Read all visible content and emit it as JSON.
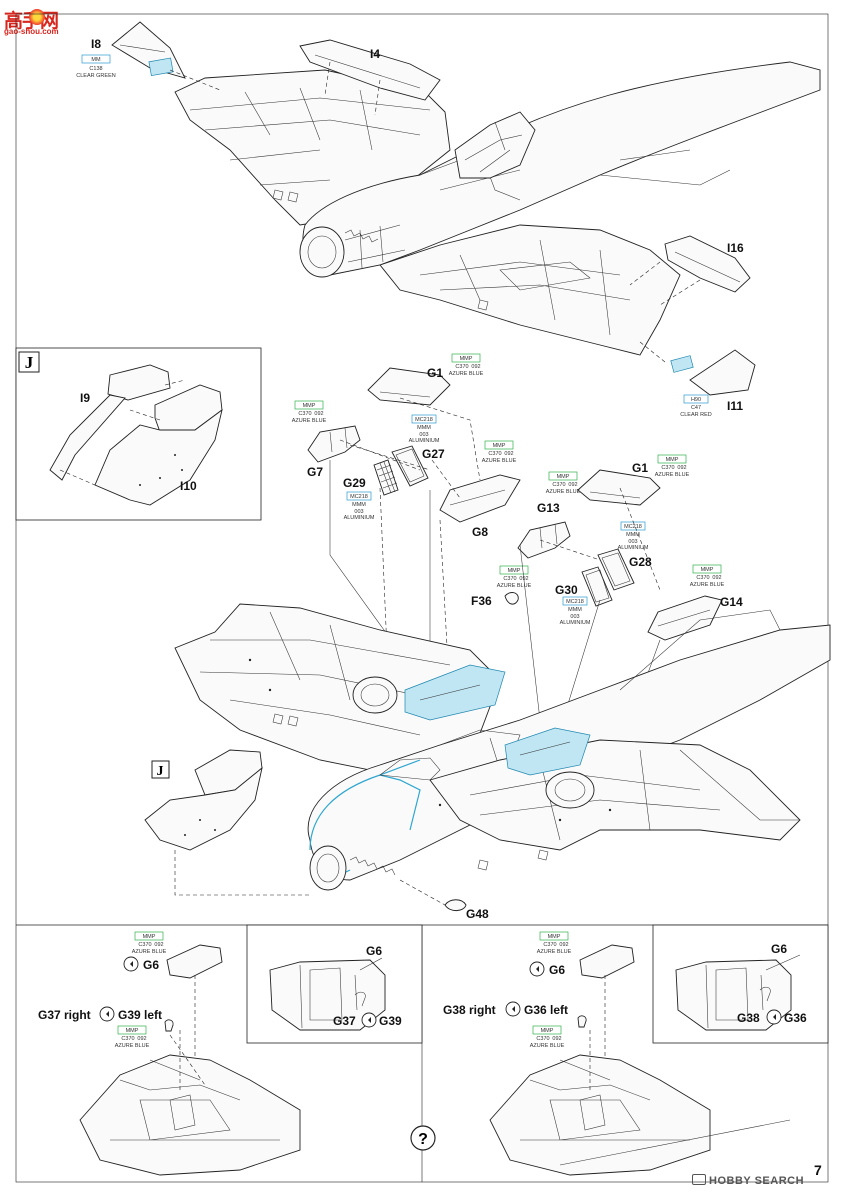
{
  "watermark": {
    "site_name_cn": "高手网",
    "site_url": "gao-shou.com",
    "publisher": "HOBBY SEARCH"
  },
  "page_number": "7",
  "steps": {
    "J_top": "J",
    "J_lower": "J",
    "help_symbol": "?"
  },
  "parts": {
    "I8": "I8",
    "I4": "I4",
    "I16": "I16",
    "I11": "I11",
    "I9": "I9",
    "I10": "I10",
    "G1a": "G1",
    "G1b": "G1",
    "G7": "G7",
    "G27": "G27",
    "G29": "G29",
    "G8": "G8",
    "G13": "G13",
    "G28": "G28",
    "F36": "F36",
    "G30": "G30",
    "G14": "G14",
    "G48": "G48",
    "G6a": "G6",
    "G6b": "G6",
    "G6c": "G6",
    "G6d": "G6",
    "G37_right": "G37 right",
    "G39_left": "G39 left",
    "G38_right": "G38 right",
    "G36_left": "G36 left",
    "G37": "G37",
    "G39": "G39",
    "G38": "G38",
    "G36": "G36"
  },
  "colors": {
    "clear_green": {
      "brand": "MM",
      "code": "C138",
      "name": "CLEAR GREEN"
    },
    "clear_red": {
      "brand": "H90",
      "code": "C47",
      "name": "CLEAR RED"
    },
    "azure_blue": {
      "brand": "MMP",
      "code": "C370",
      "code2": "092",
      "name": "AZURE BLUE"
    },
    "aluminium": {
      "brand": "MC218",
      "code": "MMM",
      "code2": "003",
      "name": "ALUMINIUM"
    }
  },
  "callout_colors": {
    "gsi": "#2a9bd0",
    "mmp": "#33b24a",
    "blue_part": "#bfe6f2"
  }
}
